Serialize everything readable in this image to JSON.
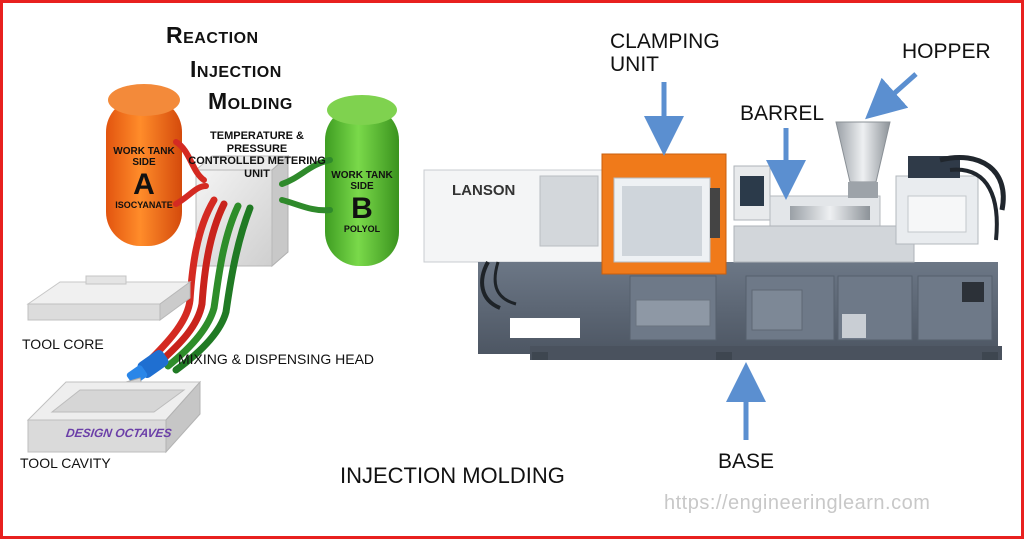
{
  "title": {
    "line1": "Reaction",
    "line2": "Injection",
    "line3": "Molding"
  },
  "rim": {
    "metering_unit_label": [
      "TEMPERATURE & PRESSURE",
      "CONTROLLED METERING UNIT"
    ],
    "tank_a": {
      "line1": "WORK TANK",
      "line2": "SIDE",
      "letter": "A",
      "chemical": "ISOCYANATE",
      "color": "#f26a1b"
    },
    "tank_b": {
      "line1": "WORK TANK",
      "line2": "SIDE",
      "letter": "B",
      "chemical": "POLYOL",
      "color": "#5cc233"
    },
    "tool_core_label": "TOOL CORE",
    "mixing_head_label": "MIXING & DISPENSING HEAD",
    "tool_cavity_label": "TOOL CAVITY",
    "cavity_stamp": "DESIGN OCTAVES"
  },
  "machine": {
    "brand": "LANSON",
    "clamping_unit_label": [
      "CLAMPING",
      "UNIT"
    ],
    "hopper_label": "HOPPER",
    "barrel_label": "BARREL",
    "base_label": "BASE",
    "caption": "INJECTION MOLDING",
    "accent_color": "#f07a1a",
    "base_color": "#5f6a78",
    "arrow_color": "#5b8fd0"
  },
  "watermark": "https://engineeringlearn.com"
}
